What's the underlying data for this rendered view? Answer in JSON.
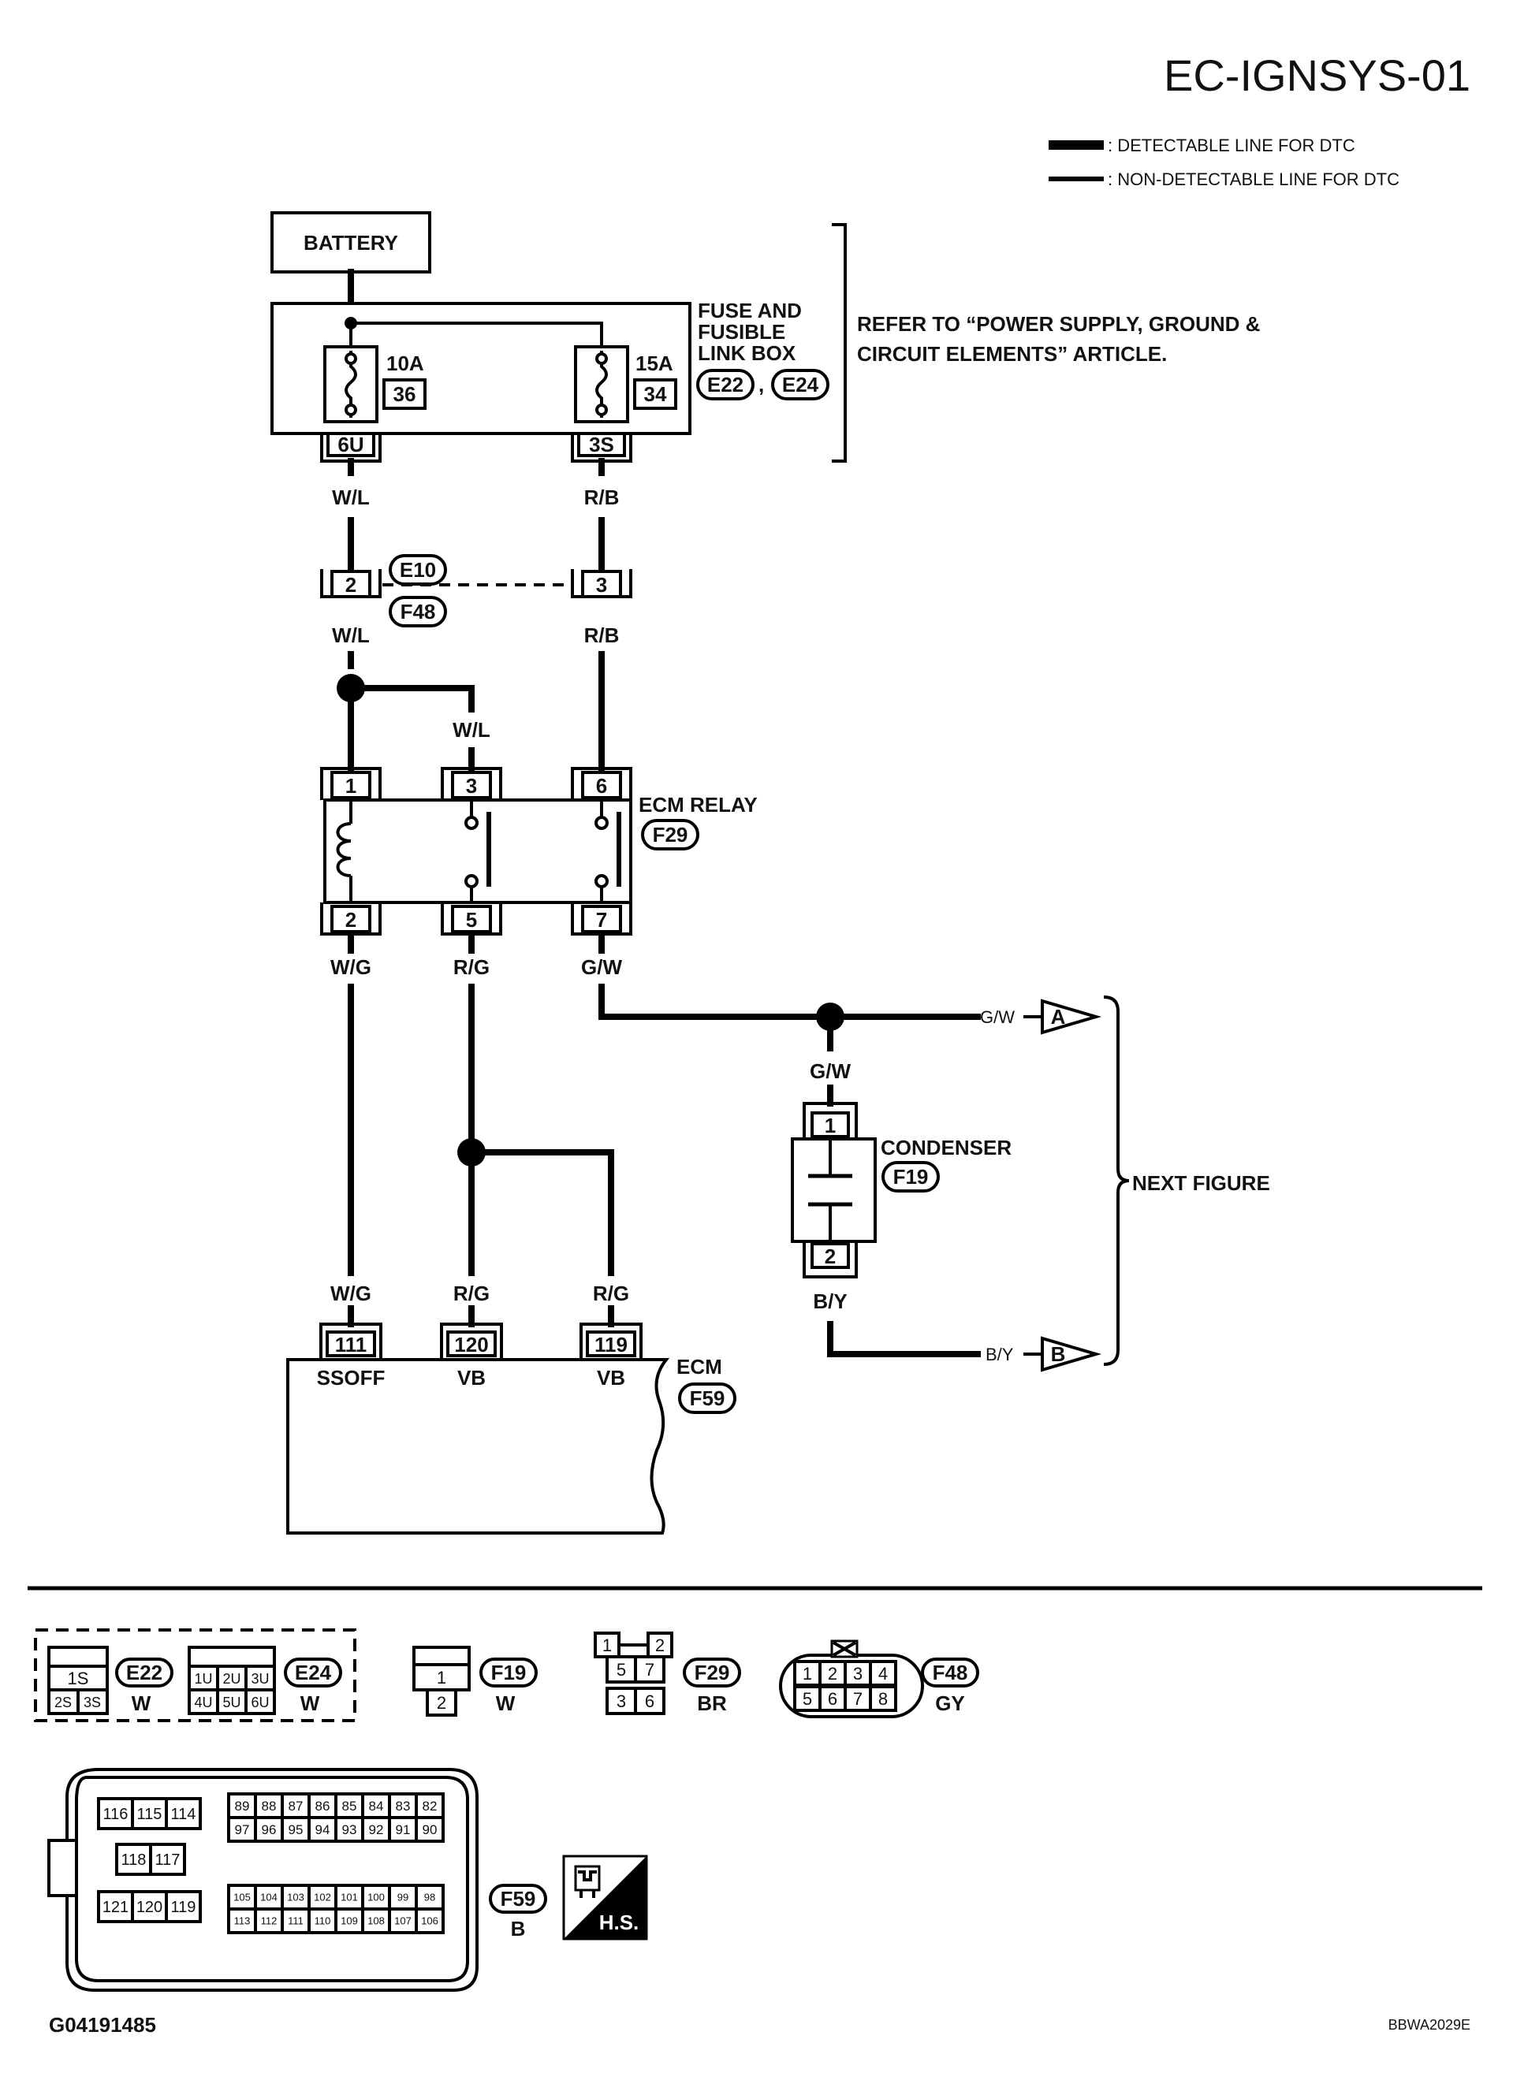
{
  "header": {
    "code": "EC-IGNSYS-01"
  },
  "legend": {
    "detectable": ": DETECTABLE LINE FOR DTC",
    "non_detectable": ": NON-DETECTABLE LINE FOR DTC"
  },
  "battery": "BATTERY",
  "fuse_box": {
    "title_line1": "FUSE AND",
    "title_line2": "FUSIBLE",
    "title_line3": "LINK BOX",
    "conn1": "E22",
    "sep": ",",
    "conn2": "E24",
    "fuse1_amp": "10A",
    "fuse1_num": "36",
    "fuse2_amp": "15A",
    "fuse2_num": "34",
    "term1": "6U",
    "term2": "3S"
  },
  "refer_note": {
    "line1": "REFER TO “POWER SUPPLY, GROUND &",
    "line2": "CIRCUIT ELEMENTS” ARTICLE."
  },
  "wires": {
    "wl": "W/L",
    "rb": "R/B",
    "wg": "W/G",
    "rg": "R/G",
    "gw": "G/W",
    "by": "B/Y"
  },
  "joint": {
    "conn1": "E10",
    "conn2": "F48",
    "pin_left": "2",
    "pin_right": "3"
  },
  "ecm_relay": {
    "title": "ECM RELAY",
    "conn": "F29",
    "pins_top": [
      "1",
      "3",
      "6"
    ],
    "pins_bottom": [
      "2",
      "5",
      "7"
    ]
  },
  "condenser": {
    "title": "CONDENSER",
    "conn": "F19",
    "pin1": "1",
    "pin2": "2"
  },
  "next_figure": {
    "label": "NEXT  FIGURE",
    "arrow_a": "A",
    "arrow_b": "B"
  },
  "ecm": {
    "title": "ECM",
    "conn": "F59",
    "pins": [
      "111",
      "120",
      "119"
    ],
    "pin_names": [
      "SSOFF",
      "VB",
      "VB"
    ]
  },
  "connectors": {
    "e22": {
      "id": "E22",
      "color": "W",
      "r1": [
        "1S"
      ],
      "r2": [
        "2S",
        "3S"
      ]
    },
    "e24": {
      "id": "E24",
      "color": "W",
      "r1": [
        "1U",
        "2U",
        "3U"
      ],
      "r2": [
        "4U",
        "5U",
        "6U"
      ]
    },
    "f19": {
      "id": "F19",
      "color": "W",
      "p1": "1",
      "p2": "2"
    },
    "f29": {
      "id": "F29",
      "color": "BR",
      "r0": [
        "1",
        "2"
      ],
      "r1": [
        "5",
        "7"
      ],
      "r2": [
        "3",
        "6"
      ]
    },
    "f48": {
      "id": "F48",
      "color": "GY",
      "r1": [
        "1",
        "2",
        "3",
        "4"
      ],
      "r2": [
        "5",
        "6",
        "7",
        "8"
      ]
    },
    "f59": {
      "id": "F59",
      "color": "B",
      "a_top": [
        "116",
        "115",
        "114"
      ],
      "a_mid": [
        "118",
        "117"
      ],
      "a_bot": [
        "121",
        "120",
        "119"
      ],
      "b_r1": [
        "89",
        "88",
        "87",
        "86",
        "85",
        "84",
        "83",
        "82"
      ],
      "b_r2": [
        "97",
        "96",
        "95",
        "94",
        "93",
        "92",
        "91",
        "90"
      ],
      "c_r1": [
        "105",
        "104",
        "103",
        "102",
        "101",
        "100",
        "99",
        "98"
      ],
      "c_r2": [
        "113",
        "112",
        "111",
        "110",
        "109",
        "108",
        "107",
        "106"
      ]
    }
  },
  "hs_label": "H.S.",
  "footer": {
    "left_code": "G04191485",
    "right_code": "BBWA2029E"
  }
}
